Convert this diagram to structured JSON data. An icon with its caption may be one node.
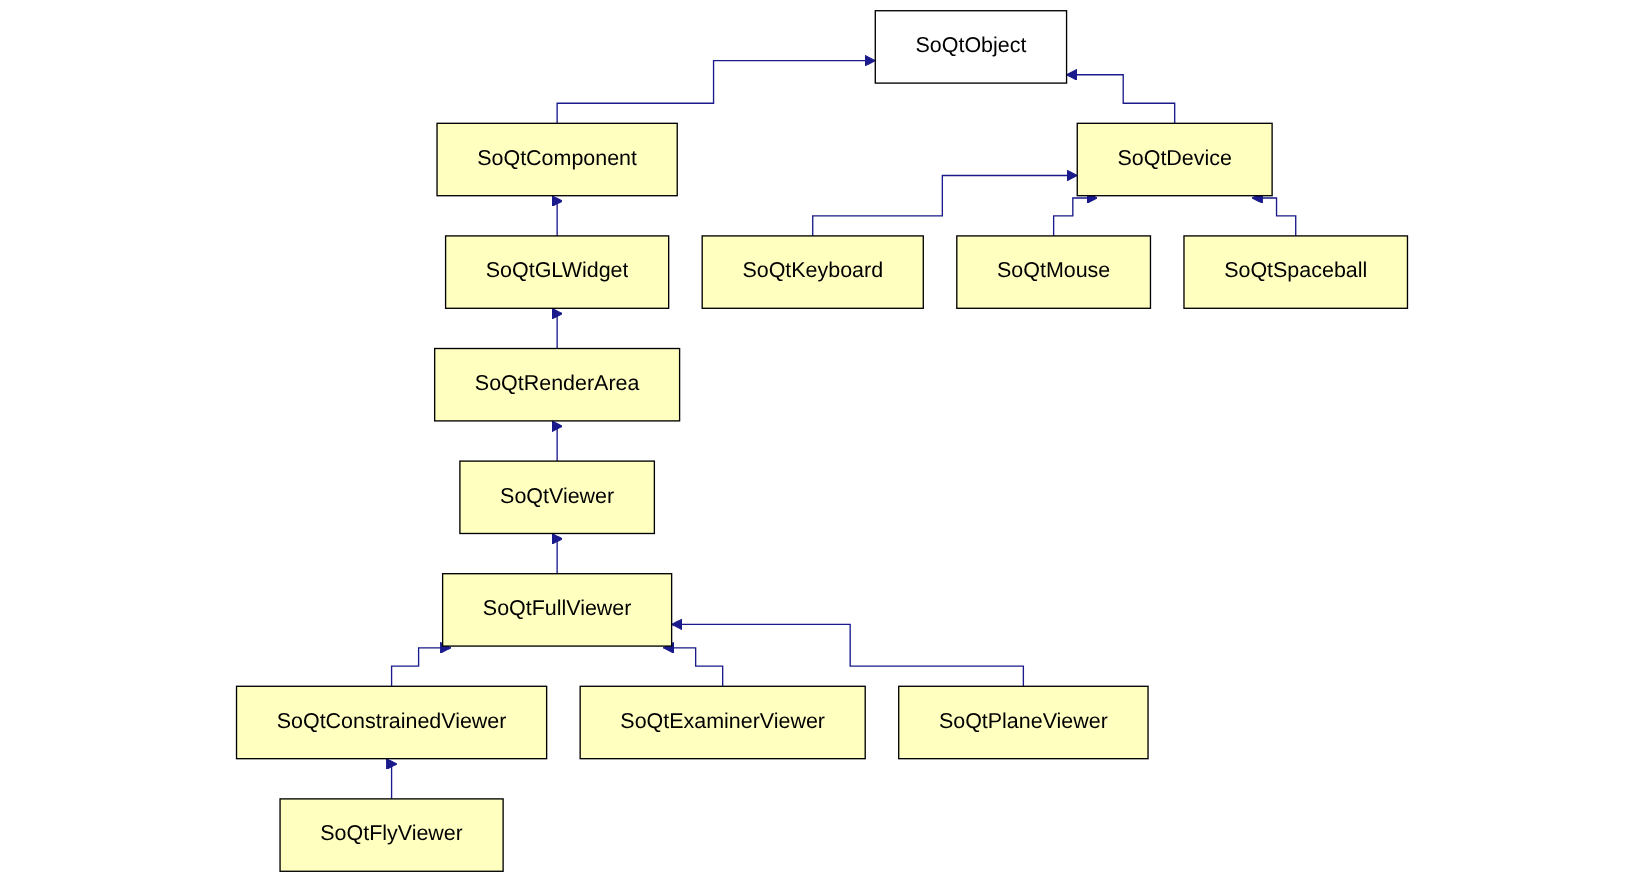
{
  "diagram": {
    "nodes": [
      {
        "text": [
          "SoQtObject"
        ]
      },
      {
        "text": [
          "SoQtComponent"
        ]
      },
      {
        "text": [
          "SoQtDevice"
        ]
      },
      {
        "text": [
          "SoQtGLWidget"
        ]
      },
      {
        "text": [
          "SoQtKeyboard"
        ]
      },
      {
        "text": [
          "SoQtMouse"
        ]
      },
      {
        "text": [
          "SoQtSpaceball"
        ]
      },
      {
        "text": [
          "SoQtRenderArea"
        ]
      },
      {
        "text": [
          "SoQtViewer"
        ]
      },
      {
        "text": [
          "SoQtFullViewer"
        ]
      },
      {
        "text": [
          "SoQtConstrainedViewer"
        ]
      },
      {
        "text": [
          "SoQtExaminerViewer"
        ]
      },
      {
        "text": [
          "SoQtPlaneViewer"
        ]
      },
      {
        "text": [
          "SoQtFlyViewer"
        ]
      }
    ],
    "edges": [
      {
        "from": 1,
        "to": 0,
        "arrow": "to"
      },
      {
        "from": 2,
        "to": 0,
        "arrow": "to"
      },
      {
        "from": 3,
        "to": 1,
        "arrow": "to"
      },
      {
        "from": 4,
        "to": 2,
        "arrow": "to"
      },
      {
        "from": 5,
        "to": 2,
        "arrow": "to"
      },
      {
        "from": 6,
        "to": 2,
        "arrow": "to"
      },
      {
        "from": 7,
        "to": 3,
        "arrow": "to"
      },
      {
        "from": 8,
        "to": 7,
        "arrow": "to"
      },
      {
        "from": 9,
        "to": 8,
        "arrow": "to"
      },
      {
        "from": 10,
        "to": 9,
        "arrow": "to"
      },
      {
        "from": 11,
        "to": 9,
        "arrow": "to"
      },
      {
        "from": 12,
        "to": 9,
        "arrow": "to"
      },
      {
        "from": 13,
        "to": 10,
        "arrow": "to"
      }
    ]
  }
}
